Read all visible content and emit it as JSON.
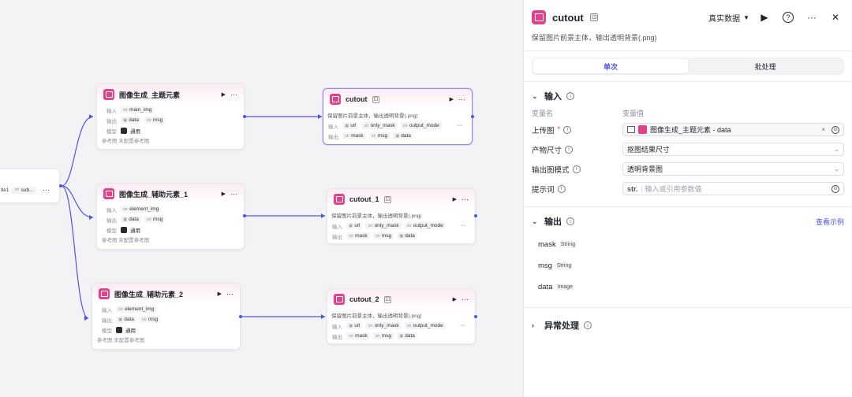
{
  "canvas": {
    "left_stub": {
      "name": "tle1",
      "type_tag": "str",
      "value": "sub..."
    },
    "nodes": [
      {
        "title": "图像生成_主题元素",
        "rows": [
          {
            "label": "输入",
            "chips": [
              {
                "type": "str",
                "name": "main_img"
              }
            ]
          },
          {
            "label": "输出",
            "chips": [
              {
                "type": "img",
                "name": "data"
              },
              {
                "type": "str",
                "name": "msg"
              }
            ]
          },
          {
            "label": "模型",
            "chips": [
              {
                "type": "avatar",
                "name": "通用"
              }
            ]
          }
        ],
        "footer": "参考图  未配置参考图"
      },
      {
        "title": "图像生成_辅助元素_1",
        "rows": [
          {
            "label": "输入",
            "chips": [
              {
                "type": "str",
                "name": "element_img"
              }
            ]
          },
          {
            "label": "输出",
            "chips": [
              {
                "type": "img",
                "name": "data"
              },
              {
                "type": "str",
                "name": "msg"
              }
            ]
          },
          {
            "label": "模型",
            "chips": [
              {
                "type": "avatar",
                "name": "通用"
              }
            ]
          }
        ],
        "footer": "参考图  未配置参考图"
      },
      {
        "title": "图像生成_辅助元素_2",
        "rows": [
          {
            "label": "输入",
            "chips": [
              {
                "type": "str",
                "name": "element_img"
              }
            ]
          },
          {
            "label": "输出",
            "chips": [
              {
                "type": "img",
                "name": "data"
              },
              {
                "type": "str",
                "name": "msg"
              }
            ]
          },
          {
            "label": "模型",
            "chips": [
              {
                "type": "avatar",
                "name": "通用"
              }
            ]
          }
        ],
        "footer": "参考图  未配置参考图"
      },
      {
        "title": "cutout",
        "desc": "保留图片前景主体，输出透明背景(.png)",
        "rows": [
          {
            "label": "输入",
            "chips": [
              {
                "type": "img",
                "name": "url"
              },
              {
                "type": "str",
                "name": "only_mask"
              },
              {
                "type": "str",
                "name": "output_mode"
              }
            ]
          },
          {
            "label": "输出",
            "chips": [
              {
                "type": "str",
                "name": "mask"
              },
              {
                "type": "str",
                "name": "msg"
              },
              {
                "type": "img",
                "name": "data"
              }
            ]
          }
        ]
      },
      {
        "title": "cutout_1",
        "desc": "保留图片前景主体，输出透明背景(.png)",
        "rows": [
          {
            "label": "输入",
            "chips": [
              {
                "type": "img",
                "name": "url"
              },
              {
                "type": "str",
                "name": "only_mask"
              },
              {
                "type": "str",
                "name": "output_mode"
              }
            ]
          },
          {
            "label": "输出",
            "chips": [
              {
                "type": "str",
                "name": "mask"
              },
              {
                "type": "str",
                "name": "msg"
              },
              {
                "type": "img",
                "name": "data"
              }
            ]
          }
        ]
      },
      {
        "title": "cutout_2",
        "desc": "保留图片前景主体，输出透明背景(.png)",
        "rows": [
          {
            "label": "输入",
            "chips": [
              {
                "type": "img",
                "name": "url"
              },
              {
                "type": "str",
                "name": "only_mask"
              },
              {
                "type": "str",
                "name": "output_mode"
              }
            ]
          },
          {
            "label": "输出",
            "chips": [
              {
                "type": "str",
                "name": "mask"
              },
              {
                "type": "str",
                "name": "msg"
              },
              {
                "type": "img",
                "name": "data"
              }
            ]
          }
        ]
      }
    ]
  },
  "panel": {
    "title": "cutout",
    "description": "保留图片前景主体，输出透明背景(.png)",
    "data_mode": "真实数据",
    "tabs": [
      "单次",
      "批处理"
    ],
    "input_section": {
      "title": "输入",
      "col_name": "变量名",
      "col_value": "变量值",
      "fields": [
        {
          "label": "上传图",
          "required": true,
          "value": "图像生成_主题元素 - data"
        },
        {
          "label": "产物尺寸",
          "value": "抠图结果尺寸"
        },
        {
          "label": "输出图模式",
          "value": "透明背景图"
        },
        {
          "label": "提示词",
          "type_prefix": "str.",
          "placeholder": "输入或引用参数值"
        }
      ]
    },
    "output_section": {
      "title": "输出",
      "link": "查看示例",
      "items": [
        {
          "name": "mask",
          "type": "String"
        },
        {
          "name": "msg",
          "type": "String"
        },
        {
          "name": "data",
          "type": "Image"
        }
      ]
    },
    "error_section": {
      "title": "异常处理"
    }
  }
}
